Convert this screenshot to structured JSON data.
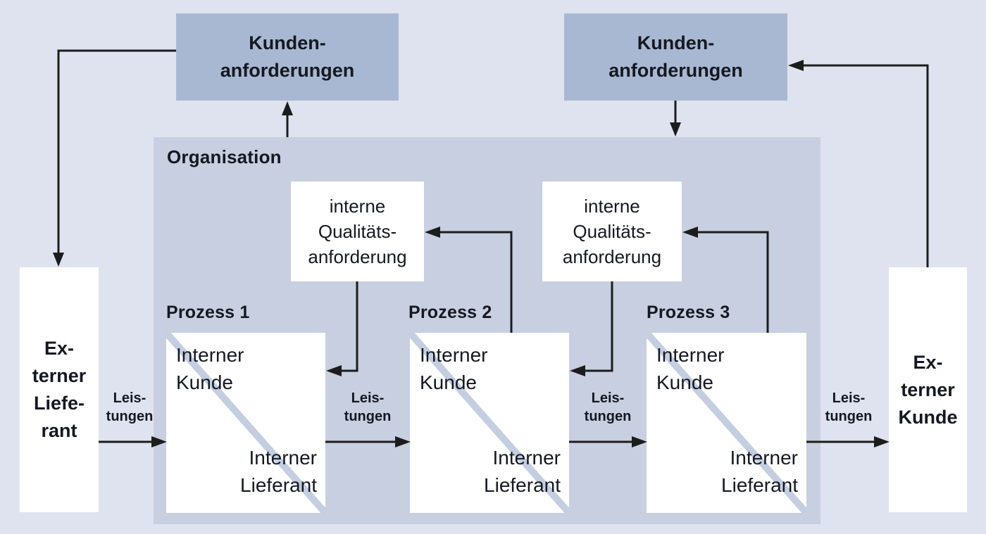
{
  "colors": {
    "background": "#dfe3ef",
    "organisation_fill": "#c7cfe0",
    "requirement_fill": "#a9b8d2",
    "process_fill": "#ffffff",
    "diagonal_stripe": "#c4cee1",
    "line": "#1c1c1c",
    "text": "#141821"
  },
  "organisation": {
    "label": "Organisation"
  },
  "customer_requirements_left": {
    "lines": [
      "Kunden-",
      "anforderungen"
    ]
  },
  "customer_requirements_right": {
    "lines": [
      "Kunden-",
      "anforderungen"
    ]
  },
  "internal_quality_left": {
    "lines": [
      "interne",
      "Qualitäts-",
      "anforderung"
    ]
  },
  "internal_quality_right": {
    "lines": [
      "interne",
      "Qualitäts-",
      "anforderung"
    ]
  },
  "external_supplier": {
    "lines": [
      "Ex-",
      "terner",
      "Liefe-",
      "rant"
    ]
  },
  "external_customer": {
    "lines": [
      "Ex-",
      "terner",
      "Kunde"
    ]
  },
  "processes": [
    {
      "title": "Prozess 1",
      "customer_lines": [
        "Interner",
        "Kunde"
      ],
      "supplier_lines": [
        "Interner",
        "Lieferant"
      ]
    },
    {
      "title": "Prozess 2",
      "customer_lines": [
        "Interner",
        "Kunde"
      ],
      "supplier_lines": [
        "Interner",
        "Lieferant"
      ]
    },
    {
      "title": "Prozess 3",
      "customer_lines": [
        "Interner",
        "Kunde"
      ],
      "supplier_lines": [
        "Interner",
        "Lieferant"
      ]
    }
  ],
  "flow_labels": [
    {
      "lines": [
        "Leis-",
        "tungen"
      ]
    },
    {
      "lines": [
        "Leis-",
        "tungen"
      ]
    },
    {
      "lines": [
        "Leis-",
        "tungen"
      ]
    },
    {
      "lines": [
        "Leis-",
        "tungen"
      ]
    }
  ]
}
